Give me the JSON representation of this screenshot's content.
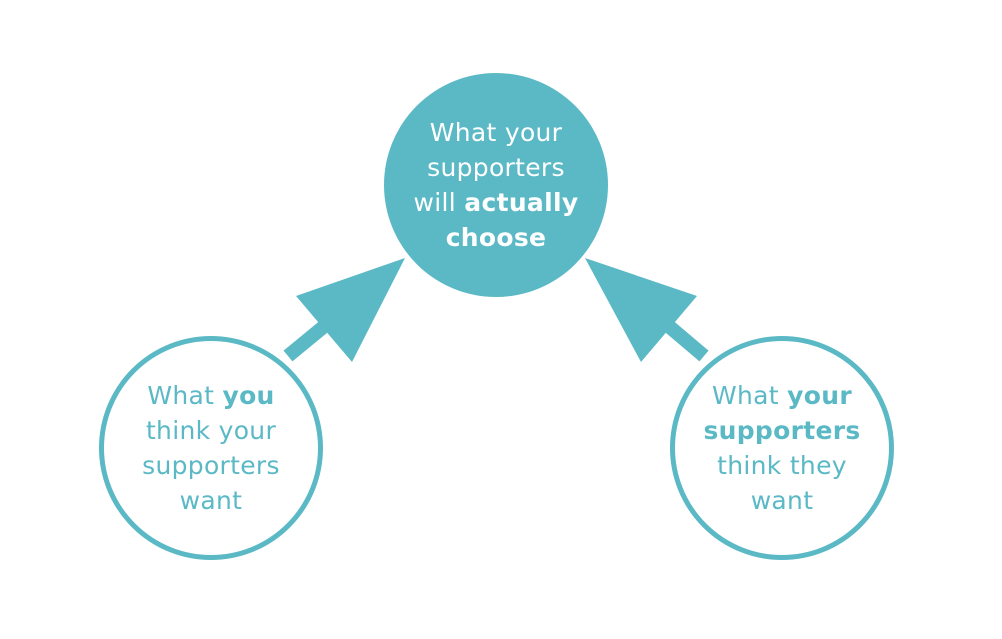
{
  "colors": {
    "teal": "#5bb9c6",
    "background": "#ffffff"
  },
  "nodes": {
    "top": {
      "line1": "What your",
      "line2": "supporters",
      "line3_plain": "will ",
      "line3_bold": "actually",
      "line4_bold": "choose"
    },
    "left": {
      "line1_plain": "What ",
      "line1_bold": "you",
      "line2": "think your",
      "line3": "supporters",
      "line4": "want"
    },
    "right": {
      "line1_plain": "What ",
      "line1_bold": "your",
      "line2_bold": "supporters",
      "line3": "think they",
      "line4": "want"
    }
  },
  "edges": [
    {
      "from": "left",
      "to": "top"
    },
    {
      "from": "right",
      "to": "top"
    }
  ]
}
